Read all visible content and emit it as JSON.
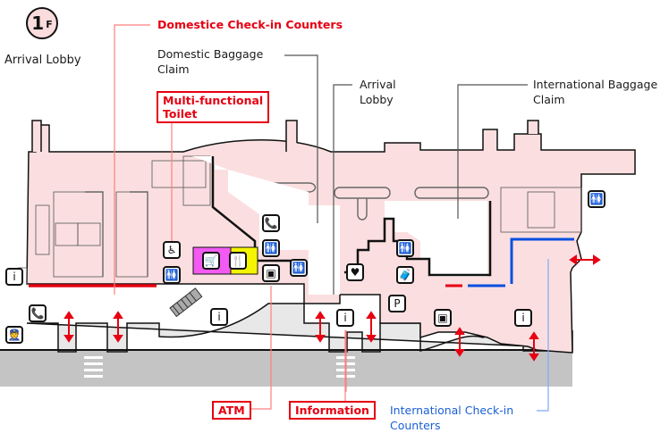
{
  "floor": {
    "number": "1",
    "suffix": "F",
    "name": "Arrival Lobby"
  },
  "labels": {
    "domestic_checkin": "Domestice Check-in Counters",
    "domestic_baggage_line1": "Domestic Baggage",
    "domestic_baggage_line2": "Claim",
    "multi_toilet_line1": "Multi-functional",
    "multi_toilet_line2": "Toilet",
    "arrival_lobby_line1": "Arrival",
    "arrival_lobby_line2": "Lobby",
    "intl_baggage_line1": "International Baggage",
    "intl_baggage_line2": "Claim",
    "atm": "ATM",
    "information": "Information",
    "intl_checkin_line1": "International Check-in",
    "intl_checkin_line2": "Counters"
  },
  "icons": {
    "wheelchair": "♿",
    "restroom": "🚻",
    "phone": "📞",
    "shop": "🛒",
    "restaurant": "🍴",
    "atm": "▣",
    "info": "i",
    "aed": "♥",
    "baggage": "🧳",
    "parking": "P",
    "police": "👮"
  },
  "colors": {
    "building_fill": "#fbdfe0",
    "outline": "#111111",
    "road": "#c4c4c4",
    "walkway": "#e8e8e8",
    "domestic_accent": "#e60012",
    "international_accent": "#0a4fe0",
    "shop": "#f25af2",
    "restaurant": "#f5f500",
    "leader_line": "#555555",
    "leader_red": "#ff7f7f",
    "leader_blue": "#7fa8f5"
  }
}
